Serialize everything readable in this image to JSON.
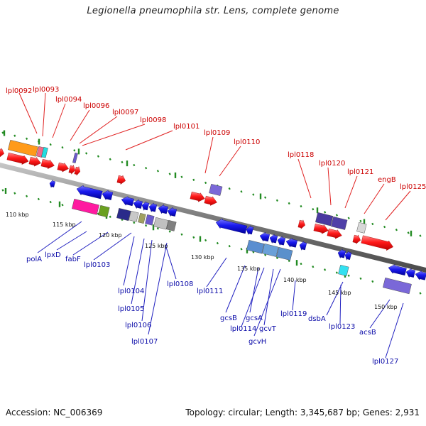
{
  "title": "Legionella pneumophila str. Lens, complete genome",
  "footer": {
    "accession": "Accession: NC_006369",
    "summary": "Topology: circular; Length: 3,345,687 bp; Genes: 2,931"
  },
  "colors": {
    "forward": "#ff1a1a",
    "reverse": "#1818e6",
    "tick": "#228b22",
    "backbone": "#808080",
    "upper_label": "#cc0000",
    "lower_label": "#0a0aa8"
  },
  "kbp_ticks": [
    "110 kbp",
    "115 kbp",
    "120 kbp",
    "125 kbp",
    "130 kbp",
    "135 kbp",
    "140 kbp",
    "145 kbp",
    "150 kbp"
  ],
  "upper_labels": [
    "lpl0092",
    "lpl0093",
    "lpl0094",
    "lpl0096",
    "lpl0097",
    "lpl0098",
    "lpl0101",
    "lpl0109",
    "lpl0110",
    "lpl0118",
    "lpl0120",
    "lpl0121",
    "engB",
    "lpl0125"
  ],
  "lower_labels": [
    "polA",
    "lpxD",
    "fabF",
    "lpl0103",
    "lpl0104",
    "lpl0105",
    "lpl0106",
    "lpl0107",
    "lpl0108",
    "lpl0111",
    "gcsB",
    "gcsA",
    "lpl0114",
    "gcvT",
    "gcvH",
    "lpl0119",
    "dsbA",
    "lpl0123",
    "acsB",
    "lpl0127"
  ]
}
